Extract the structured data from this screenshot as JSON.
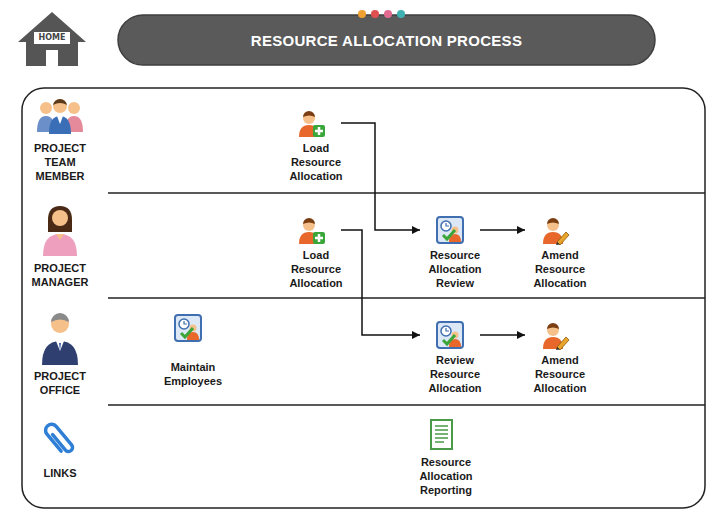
{
  "diagram": {
    "title": "RESOURCE ALLOCATION PROCESS",
    "nodes": [
      {
        "text": [
          "PROJECT TEAM MEMBER"
        ]
      },
      {
        "text": [
          "Load Resource Allocation"
        ],
        "in": 0
      },
      {
        "text": [
          "PROJECT MANAGER"
        ]
      },
      {
        "text": [
          "Load Resource Allocation"
        ],
        "in": 2
      },
      {
        "text": [
          "Resource Allocation Review"
        ],
        "in": 2
      },
      {
        "text": [
          "Amend Resource Allocation"
        ],
        "in": 2
      },
      {
        "text": [
          "PROJECT OFFICE"
        ]
      },
      {
        "text": [
          "Maintain Employees"
        ],
        "in": 6
      },
      {
        "text": [
          "Review Resource Allocation"
        ],
        "in": 6
      },
      {
        "text": [
          "Amend Resource Allocation"
        ],
        "in": 6
      },
      {
        "text": [
          "LINKS"
        ]
      },
      {
        "text": [
          "Resource Allocation Reporting"
        ],
        "in": 10
      }
    ],
    "edges": [
      {
        "from": 1,
        "to": 4,
        "arrow": "to"
      },
      {
        "from": 4,
        "to": 5,
        "arrow": "to"
      },
      {
        "from": 3,
        "to": 8,
        "arrow": "to"
      },
      {
        "from": 8,
        "to": 9,
        "arrow": "to"
      }
    ],
    "labels": [
      "HOME"
    ]
  }
}
